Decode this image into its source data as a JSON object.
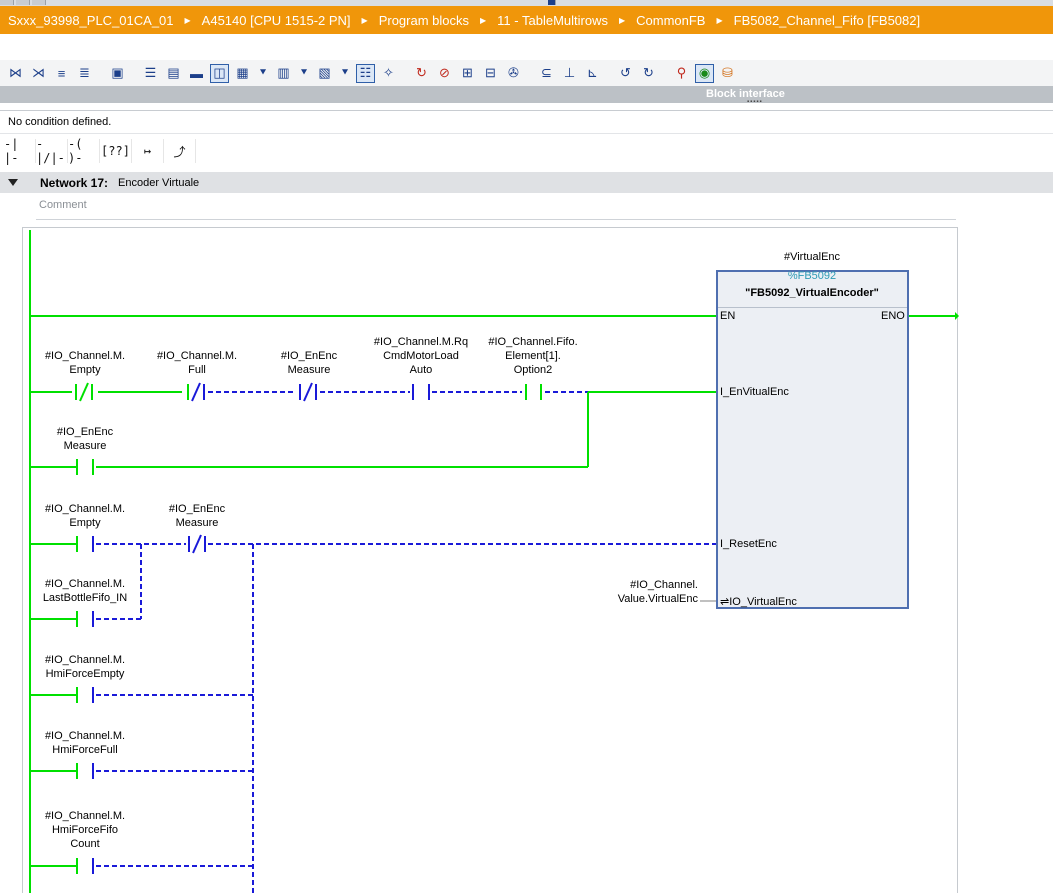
{
  "breadcrumb": {
    "items": [
      "Sxxx_93998_PLC_01CA_01",
      "A45140 [CPU 1515-2 PN]",
      "Program blocks",
      "11 - TableMultirows",
      "CommonFB",
      "FB5082_Channel_Fifo [FB5082]"
    ]
  },
  "toolbar": {
    "icons": [
      "insert-network-icon",
      "delete-network-icon",
      "insert-row-icon",
      "add-row-icon",
      "open-block-icon",
      "absolute-relative-icon",
      "show-favorites-icon",
      "block-call-icon",
      "comments-icon",
      "zoom-in-icon",
      "zoom-out-icon",
      "network-comments-icon",
      "tag-info-icon",
      "go-to-error-icon",
      "clear-errors-icon",
      "compare-icon",
      "download-icon",
      "monitor-icon",
      "update-icon",
      "function-block-icon",
      "monitoring-icon",
      "modify-icon",
      "modify-value-icon",
      "db-icon"
    ]
  },
  "block_interface": {
    "label": "Block interface"
  },
  "condition": {
    "text": "No condition defined."
  },
  "ladder_tools": [
    "-| |-",
    "-|/|-",
    "-( )-",
    "[??]",
    "↦",
    "⤴"
  ],
  "network": {
    "number_label": "Network 17:",
    "title": "Encoder Virtuale",
    "comment_placeholder": "Comment"
  },
  "fb": {
    "instance": "#VirtualEnc",
    "number": "%FB5092",
    "name": "\"FB5092_VirtualEncoder\"",
    "pins": {
      "en": "EN",
      "eno": "ENO",
      "en_virtual": "I_EnVitualEnc",
      "reset": "I_ResetEnc",
      "virtual_enc": "⇌IO_VirtualEnc"
    },
    "inout_operand": [
      "#IO_Channel.",
      "Value.VirtualEnc"
    ]
  },
  "contacts": {
    "r1c1": [
      "#IO_Channel.M.",
      "Empty"
    ],
    "r1c2": [
      "#IO_Channel.M.",
      "Full"
    ],
    "r1c3": [
      "#IO_EnEnc",
      "Measure"
    ],
    "r1c4": [
      "#IO_Channel.M.Rq",
      "CmdMotorLoad",
      "Auto"
    ],
    "r1c5": [
      "#IO_Channel.Fifo.",
      "Element[1].",
      "Option2"
    ],
    "r2c1": [
      "#IO_EnEnc",
      "Measure"
    ],
    "r3c1": [
      "#IO_Channel.M.",
      "Empty"
    ],
    "r3c2": [
      "#IO_EnEnc",
      "Measure"
    ],
    "r4c1": [
      "#IO_Channel.M.",
      "LastBottleFifo_IN"
    ],
    "r5c1": [
      "#IO_Channel.M.",
      "HmiForceEmpty"
    ],
    "r6c1": [
      "#IO_Channel.M.",
      "HmiForceFull"
    ],
    "r7c1": [
      "#IO_Channel.M.",
      "HmiForceFifo",
      "Count"
    ]
  },
  "colors": {
    "breadcrumb_bg": "#f0960a",
    "powered_wire": "#00e000",
    "unpowered_wire": "#1a1ad8",
    "fb_border": "#4f6fb0"
  }
}
